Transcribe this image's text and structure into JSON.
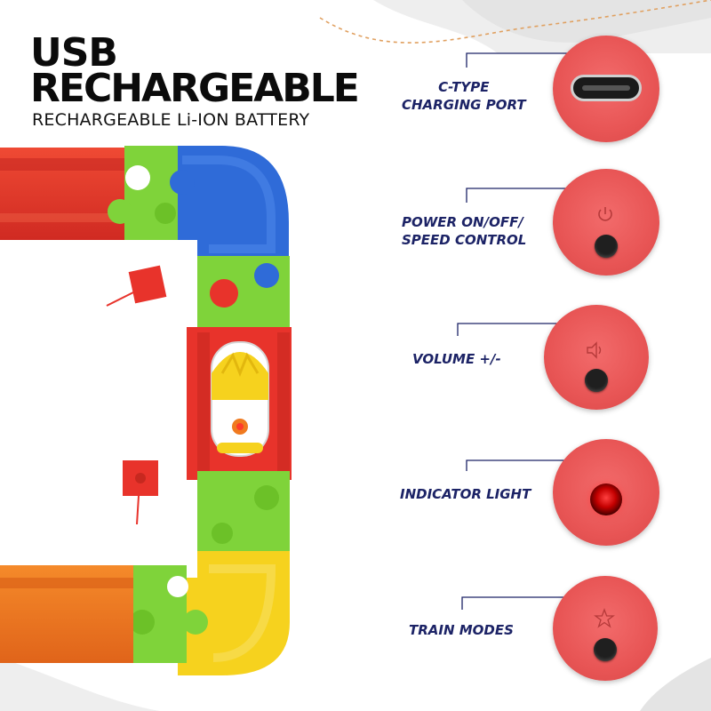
{
  "headline": {
    "line1": "USB",
    "line2": "RECHARGEABLE",
    "subtitle": "RECHARGEABLE Li-ION BATTERY"
  },
  "features": [
    {
      "label": "C-TYPE\nCHARGING PORT",
      "icon": "usb-c-port-icon"
    },
    {
      "label": "POWER ON/OFF/\nSPEED CONTROL",
      "icon": "power-icon"
    },
    {
      "label": "VOLUME +/-",
      "icon": "speaker-icon"
    },
    {
      "label": "INDICATOR LIGHT",
      "icon": "indicator-led-icon"
    },
    {
      "label": "TRAIN MODES",
      "icon": "star-icon"
    }
  ],
  "colors": {
    "disc": "#e85555",
    "label": "#1c2366",
    "accent_dash": "#e0a060",
    "track_red": "#e8332b",
    "track_blue": "#2f6bd8",
    "track_green": "#7fd33a",
    "track_yellow": "#f6d21e",
    "track_orange": "#f07a1f"
  }
}
